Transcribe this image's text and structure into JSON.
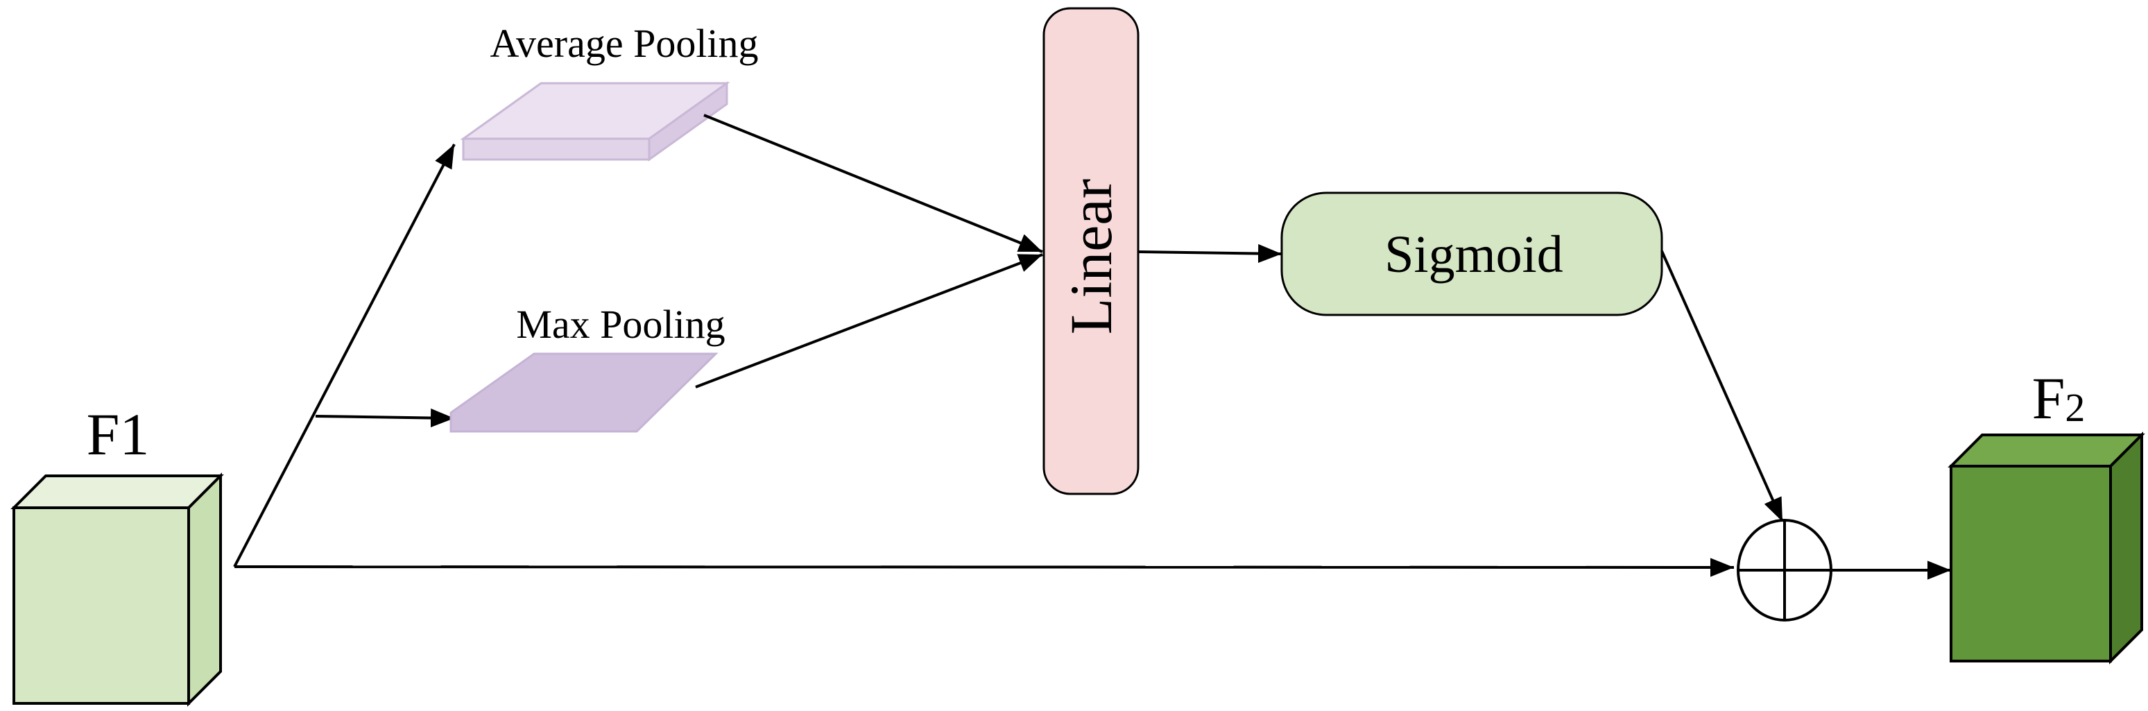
{
  "diagram": {
    "input_label": "F1",
    "output_label_main": "F",
    "output_label_sub": "2",
    "average_pooling_label": "Average Pooling",
    "max_pooling_label": "Max Pooling",
    "linear_label": "Linear",
    "sigmoid_label": "Sigmoid"
  },
  "colors": {
    "input_cube_front": "#d5e8c3",
    "output_cube_front": "#62963a",
    "avg_pool": "#e1d4e8",
    "max_pool": "#d0c0de",
    "linear_box": "#f8d9d9",
    "sigmoid_box": "#d5e6c4",
    "line": "#000000"
  },
  "icons": {
    "add_operator": "circled-plus-icon"
  }
}
